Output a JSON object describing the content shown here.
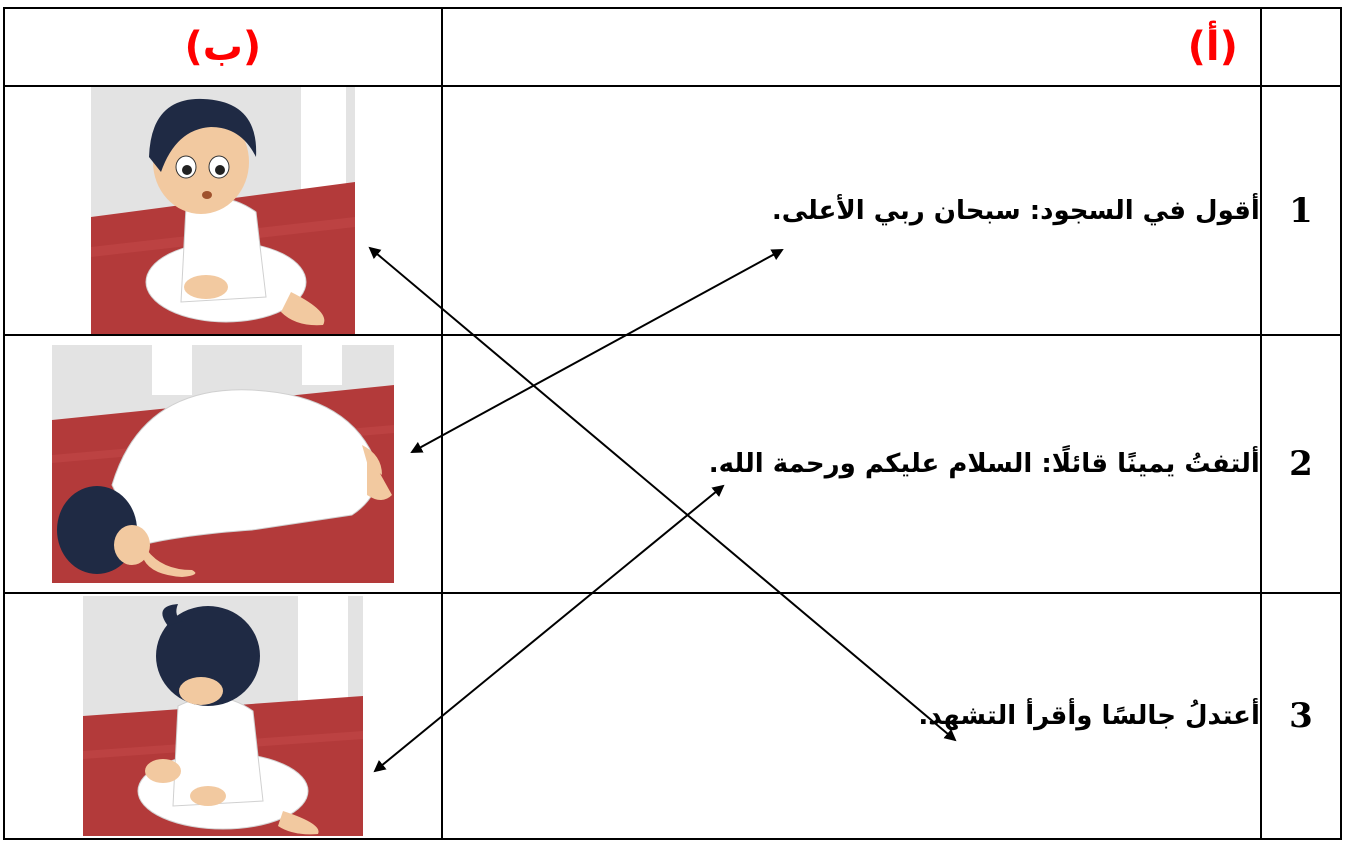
{
  "header": {
    "col_b": "(ب)",
    "col_a": "(أ)"
  },
  "rows": [
    {
      "number": "1",
      "statement": "أقول في السجود: سبحان ربي الأعلى.",
      "picture": "boy-sitting-icon"
    },
    {
      "number": "2",
      "statement": "ألتفتُ يمينًا قائلًا: السلام عليكم ورحمة الله.",
      "picture": "boy-prostrating-icon"
    },
    {
      "number": "3",
      "statement": "أعتدلُ جالسًا وأقرأ التشهد.",
      "picture": "boy-tashahhud-icon"
    }
  ],
  "colors": {
    "header_text": "#ff0000",
    "carpet": "#b33a3a",
    "wall": "#e6e6e6",
    "garment": "#ffffff",
    "hair": "#1f2a44",
    "skin": "#f2c9a0"
  }
}
